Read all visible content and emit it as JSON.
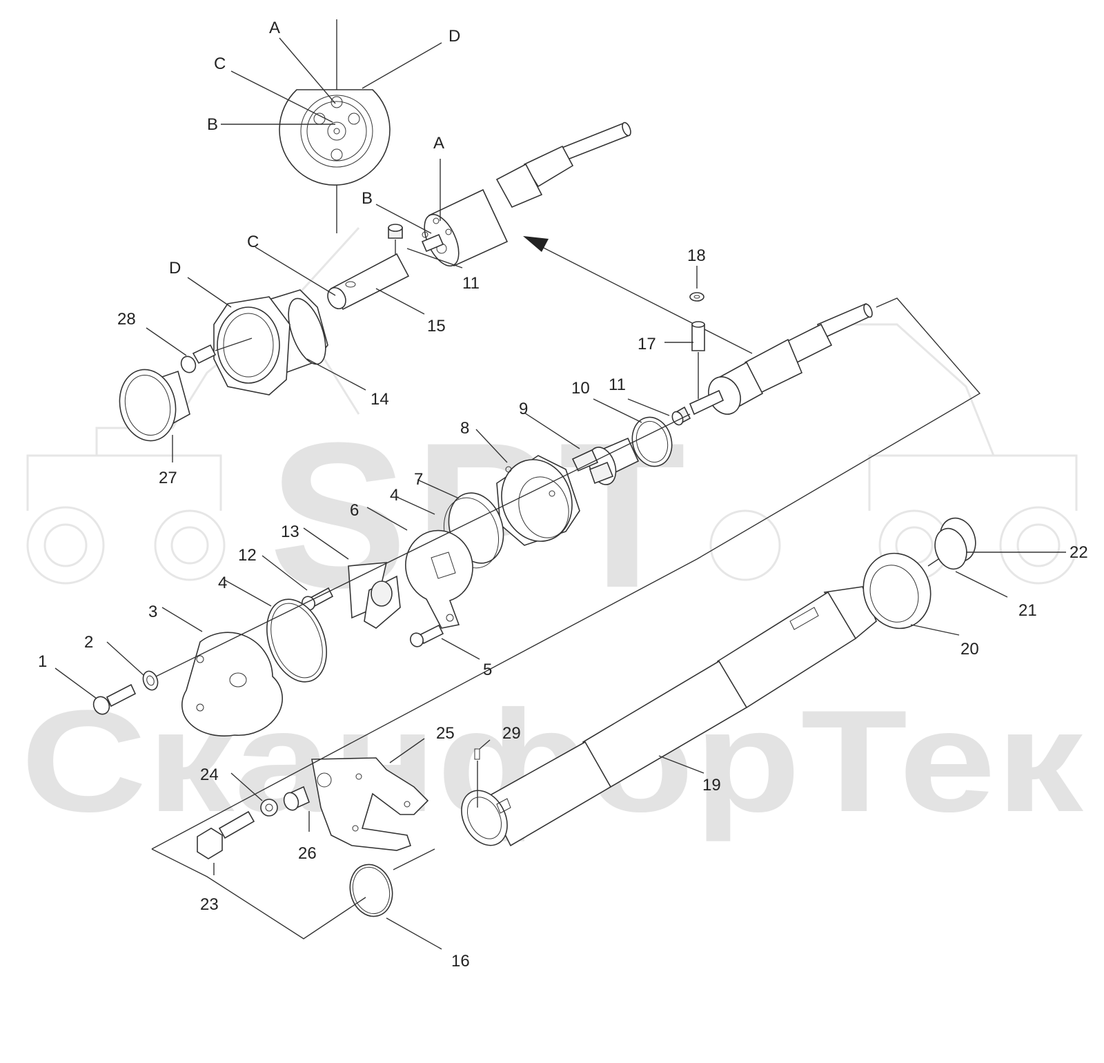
{
  "watermark": {
    "logo": "SPT",
    "company": "СканфорТек",
    "color": "#e3e3e3"
  },
  "colors": {
    "line": "#333333",
    "label": "#222222",
    "background": "#ffffff"
  },
  "detail_labels": [
    "A",
    "B",
    "C",
    "D"
  ],
  "parts": [
    {
      "n": "1",
      "name": "cap-screw"
    },
    {
      "n": "2",
      "name": "washer"
    },
    {
      "n": "3",
      "name": "end-cover"
    },
    {
      "n": "4",
      "name": "o-ring"
    },
    {
      "n": "5",
      "name": "countersunk-screw"
    },
    {
      "n": "6",
      "name": "plate"
    },
    {
      "n": "7",
      "name": "spring-ring"
    },
    {
      "n": "8",
      "name": "flange"
    },
    {
      "n": "9",
      "name": "coupling"
    },
    {
      "n": "10",
      "name": "retaining-ring"
    },
    {
      "n": "11",
      "name": "set-screw"
    },
    {
      "n": "12",
      "name": "cap-screw-small"
    },
    {
      "n": "13",
      "name": "clamp-segment"
    },
    {
      "n": "14",
      "name": "housing"
    },
    {
      "n": "15",
      "name": "pin"
    },
    {
      "n": "16",
      "name": "o-ring-large"
    },
    {
      "n": "17",
      "name": "pin-vertical"
    },
    {
      "n": "18",
      "name": "washer-small"
    },
    {
      "n": "19",
      "name": "tube"
    },
    {
      "n": "20",
      "name": "nut"
    },
    {
      "n": "21",
      "name": "plug"
    },
    {
      "n": "22",
      "name": "plug-thread"
    },
    {
      "n": "23",
      "name": "hex-bolt"
    },
    {
      "n": "24",
      "name": "washer"
    },
    {
      "n": "25",
      "name": "bracket"
    },
    {
      "n": "26",
      "name": "bushing"
    },
    {
      "n": "27",
      "name": "sleeve"
    },
    {
      "n": "28",
      "name": "cap-screw"
    },
    {
      "n": "29",
      "name": "clip"
    }
  ]
}
